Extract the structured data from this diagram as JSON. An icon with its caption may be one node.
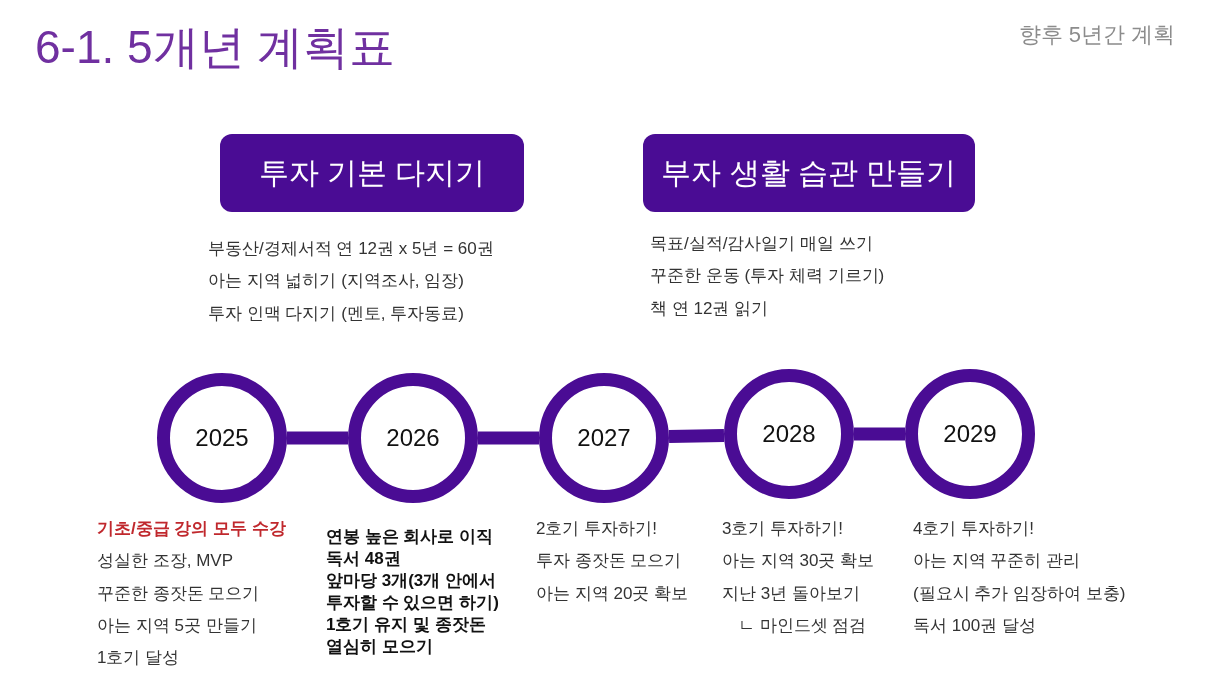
{
  "diagram": {
    "title": "6-1. 5개년 계획표",
    "nodes": [
      {
        "text": [
          "투자 기본 다지기"
        ],
        "beside": [
          "부동산/경제서적 연 12권 x 5년 = 60권",
          "아는 지역 넓히기 (지역조사, 임장)",
          "투자 인맥 다지기 (멘토, 투자동료)"
        ]
      },
      {
        "text": [
          "부자 생활 습관 만들기"
        ],
        "beside": [
          "목표/실적/감사일기 매일 쓰기",
          "꾸준한 운동 (투자 체력 기르기)",
          "책 연 12권 읽기"
        ]
      },
      {
        "text": [
          "2025"
        ],
        "beside": [
          "기초/중급 강의 모두 수강",
          "성실한 조장, MVP",
          "꾸준한 종잣돈 모으기",
          "아는 지역 5곳 만들기",
          "1호기 달성"
        ]
      },
      {
        "text": [
          "2026"
        ],
        "beside": [
          "연봉 높은 회사로 이직",
          "독서 48권",
          "앞마당 3개(3개 안에서 투자할 수 있으면 하기)",
          "1호기 유지 및 종잣돈 열심히 모으기"
        ]
      },
      {
        "text": [
          "2027"
        ],
        "beside": [
          "2호기 투자하기!",
          "투자 종잣돈 모으기",
          "아는 지역 20곳 확보"
        ]
      },
      {
        "text": [
          "2028"
        ],
        "beside": [
          "3호기 투자하기!",
          "아는 지역 30곳 확보",
          "지난 3년 돌아보기",
          "ㄴ 마인드셋 점검"
        ]
      },
      {
        "text": [
          "2029"
        ],
        "beside": [
          "4호기 투자하기!",
          "아는 지역 꾸준히 관리",
          "(필요시 추가 임장하여 보충)",
          "독서 100권 달성"
        ]
      }
    ],
    "edges": [
      {
        "from": 2,
        "to": 3,
        "arrow": "none"
      },
      {
        "from": 3,
        "to": 4,
        "arrow": "none"
      },
      {
        "from": 4,
        "to": 5,
        "arrow": "none"
      },
      {
        "from": 5,
        "to": 6,
        "arrow": "none"
      }
    ],
    "labels": [
      "향후 5년간 계획"
    ]
  }
}
